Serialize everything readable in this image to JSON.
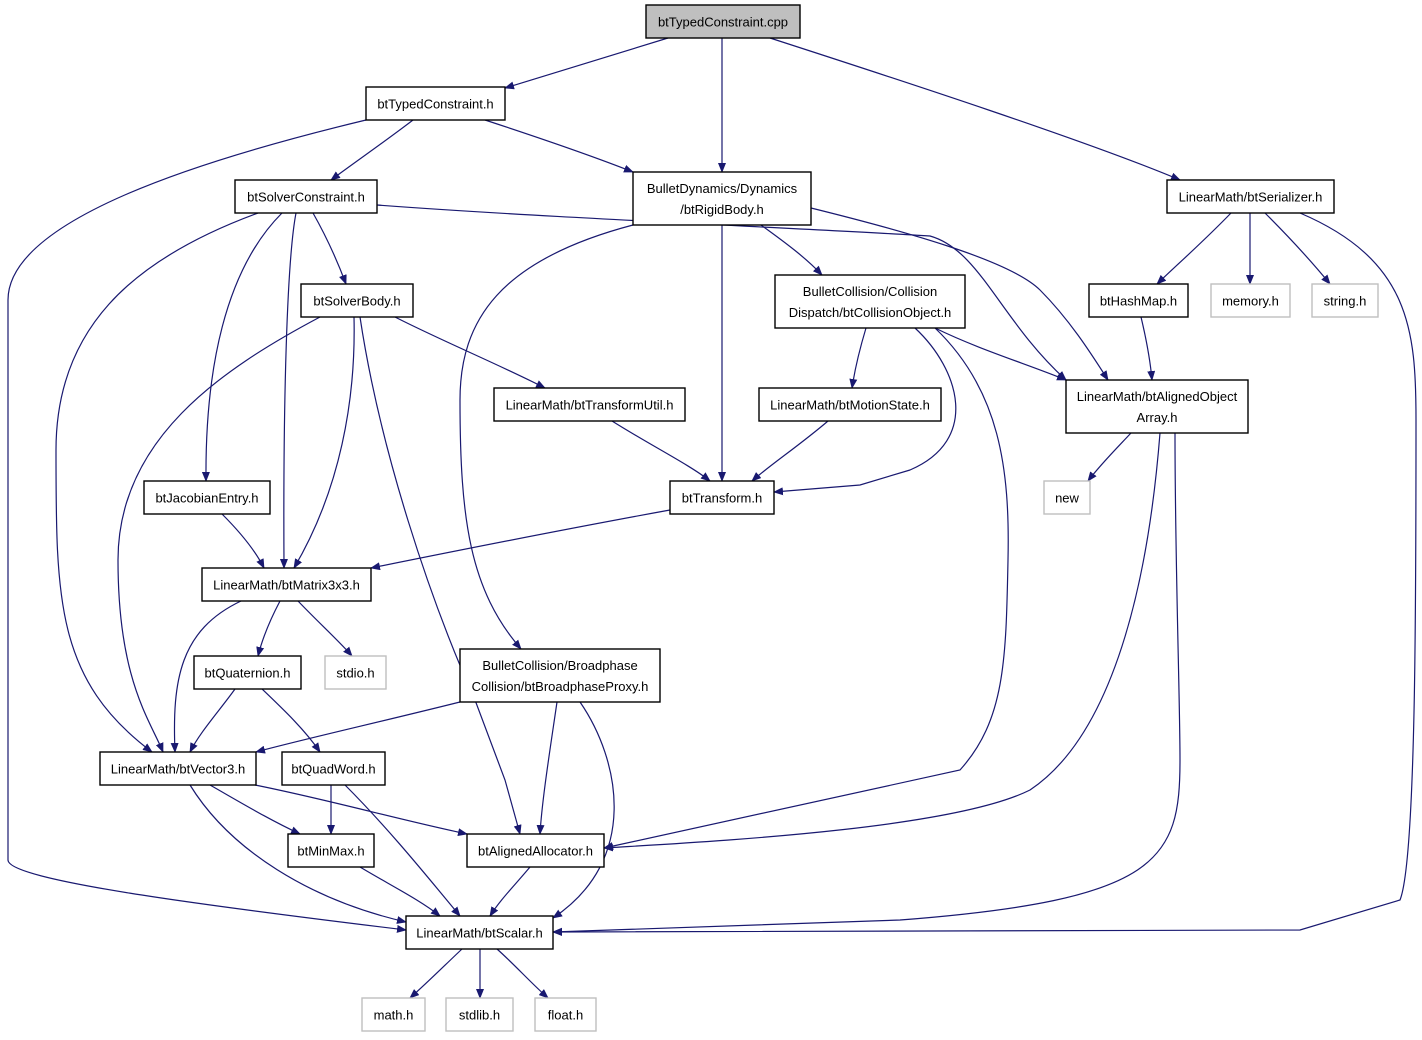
{
  "graph": {
    "nodes": [
      {
        "id": "typed_cpp",
        "lines": [
          "btTypedConstraint.cpp"
        ],
        "kind": "root"
      },
      {
        "id": "typed_h",
        "lines": [
          "btTypedConstraint.h"
        ],
        "kind": "file"
      },
      {
        "id": "rigidbody",
        "lines": [
          "BulletDynamics/Dynamics",
          "/btRigidBody.h"
        ],
        "kind": "file"
      },
      {
        "id": "serializer",
        "lines": [
          "LinearMath/btSerializer.h"
        ],
        "kind": "file"
      },
      {
        "id": "solverconstraint",
        "lines": [
          "btSolverConstraint.h"
        ],
        "kind": "file"
      },
      {
        "id": "solverbody",
        "lines": [
          "btSolverBody.h"
        ],
        "kind": "file"
      },
      {
        "id": "collisionobject",
        "lines": [
          "BulletCollision/Collision",
          "Dispatch/btCollisionObject.h"
        ],
        "kind": "file"
      },
      {
        "id": "hashmap",
        "lines": [
          "btHashMap.h"
        ],
        "kind": "file"
      },
      {
        "id": "memory",
        "lines": [
          "memory.h"
        ],
        "kind": "external"
      },
      {
        "id": "string",
        "lines": [
          "string.h"
        ],
        "kind": "external"
      },
      {
        "id": "transformutil",
        "lines": [
          "LinearMath/btTransformUtil.h"
        ],
        "kind": "file"
      },
      {
        "id": "motionstate",
        "lines": [
          "LinearMath/btMotionState.h"
        ],
        "kind": "file"
      },
      {
        "id": "alignedarray",
        "lines": [
          "LinearMath/btAlignedObject",
          "Array.h"
        ],
        "kind": "file"
      },
      {
        "id": "jacobian",
        "lines": [
          "btJacobianEntry.h"
        ],
        "kind": "file"
      },
      {
        "id": "transform",
        "lines": [
          "btTransform.h"
        ],
        "kind": "file"
      },
      {
        "id": "new",
        "lines": [
          "new"
        ],
        "kind": "external"
      },
      {
        "id": "matrix3x3",
        "lines": [
          "LinearMath/btMatrix3x3.h"
        ],
        "kind": "file"
      },
      {
        "id": "quaternion",
        "lines": [
          "btQuaternion.h"
        ],
        "kind": "file"
      },
      {
        "id": "stdio",
        "lines": [
          "stdio.h"
        ],
        "kind": "external"
      },
      {
        "id": "broadphase",
        "lines": [
          "BulletCollision/Broadphase",
          "Collision/btBroadphaseProxy.h"
        ],
        "kind": "file"
      },
      {
        "id": "vector3",
        "lines": [
          "LinearMath/btVector3.h"
        ],
        "kind": "file"
      },
      {
        "id": "quadword",
        "lines": [
          "btQuadWord.h"
        ],
        "kind": "file"
      },
      {
        "id": "minmax",
        "lines": [
          "btMinMax.h"
        ],
        "kind": "file"
      },
      {
        "id": "alignedalloc",
        "lines": [
          "btAlignedAllocator.h"
        ],
        "kind": "file"
      },
      {
        "id": "scalar",
        "lines": [
          "LinearMath/btScalar.h"
        ],
        "kind": "file"
      },
      {
        "id": "math",
        "lines": [
          "math.h"
        ],
        "kind": "external"
      },
      {
        "id": "stdlib",
        "lines": [
          "stdlib.h"
        ],
        "kind": "external"
      },
      {
        "id": "float",
        "lines": [
          "float.h"
        ],
        "kind": "external"
      }
    ],
    "edges": [
      {
        "from": "typed_cpp",
        "to": "typed_h"
      },
      {
        "from": "typed_cpp",
        "to": "rigidbody"
      },
      {
        "from": "typed_cpp",
        "to": "serializer"
      },
      {
        "from": "typed_h",
        "to": "solverconstraint"
      },
      {
        "from": "typed_h",
        "to": "rigidbody"
      },
      {
        "from": "typed_h",
        "to": "scalar"
      },
      {
        "from": "rigidbody",
        "to": "collisionobject"
      },
      {
        "from": "rigidbody",
        "to": "alignedarray"
      },
      {
        "from": "rigidbody",
        "to": "transform"
      },
      {
        "from": "rigidbody",
        "to": "broadphase"
      },
      {
        "from": "serializer",
        "to": "hashmap"
      },
      {
        "from": "serializer",
        "to": "memory"
      },
      {
        "from": "serializer",
        "to": "string"
      },
      {
        "from": "serializer",
        "to": "scalar"
      },
      {
        "from": "solverconstraint",
        "to": "solverbody"
      },
      {
        "from": "solverconstraint",
        "to": "jacobian"
      },
      {
        "from": "solverconstraint",
        "to": "matrix3x3"
      },
      {
        "from": "solverconstraint",
        "to": "vector3"
      },
      {
        "from": "solverconstraint",
        "to": "alignedarray"
      },
      {
        "from": "solverbody",
        "to": "transformutil"
      },
      {
        "from": "solverbody",
        "to": "matrix3x3"
      },
      {
        "from": "solverbody",
        "to": "vector3"
      },
      {
        "from": "solverbody",
        "to": "alignedalloc"
      },
      {
        "from": "collisionobject",
        "to": "motionstate"
      },
      {
        "from": "collisionobject",
        "to": "transform"
      },
      {
        "from": "collisionobject",
        "to": "alignedarray"
      },
      {
        "from": "collisionobject",
        "to": "alignedalloc"
      },
      {
        "from": "hashmap",
        "to": "alignedarray"
      },
      {
        "from": "transformutil",
        "to": "transform"
      },
      {
        "from": "motionstate",
        "to": "transform"
      },
      {
        "from": "alignedarray",
        "to": "new"
      },
      {
        "from": "alignedarray",
        "to": "alignedalloc"
      },
      {
        "from": "alignedarray",
        "to": "scalar"
      },
      {
        "from": "jacobian",
        "to": "matrix3x3"
      },
      {
        "from": "transform",
        "to": "matrix3x3"
      },
      {
        "from": "matrix3x3",
        "to": "quaternion"
      },
      {
        "from": "matrix3x3",
        "to": "stdio"
      },
      {
        "from": "matrix3x3",
        "to": "vector3"
      },
      {
        "from": "quaternion",
        "to": "vector3"
      },
      {
        "from": "quaternion",
        "to": "quadword"
      },
      {
        "from": "broadphase",
        "to": "vector3"
      },
      {
        "from": "broadphase",
        "to": "alignedalloc"
      },
      {
        "from": "broadphase",
        "to": "scalar"
      },
      {
        "from": "vector3",
        "to": "minmax"
      },
      {
        "from": "vector3",
        "to": "alignedalloc"
      },
      {
        "from": "vector3",
        "to": "scalar"
      },
      {
        "from": "quadword",
        "to": "minmax"
      },
      {
        "from": "quadword",
        "to": "scalar"
      },
      {
        "from": "minmax",
        "to": "scalar"
      },
      {
        "from": "alignedalloc",
        "to": "scalar"
      },
      {
        "from": "scalar",
        "to": "math"
      },
      {
        "from": "scalar",
        "to": "stdlib"
      },
      {
        "from": "scalar",
        "to": "float"
      }
    ],
    "colors": {
      "edge": "#191970",
      "root_fill": "#bfbfbf",
      "node_border": "#000000",
      "external_border": "#bfbfbf"
    }
  }
}
